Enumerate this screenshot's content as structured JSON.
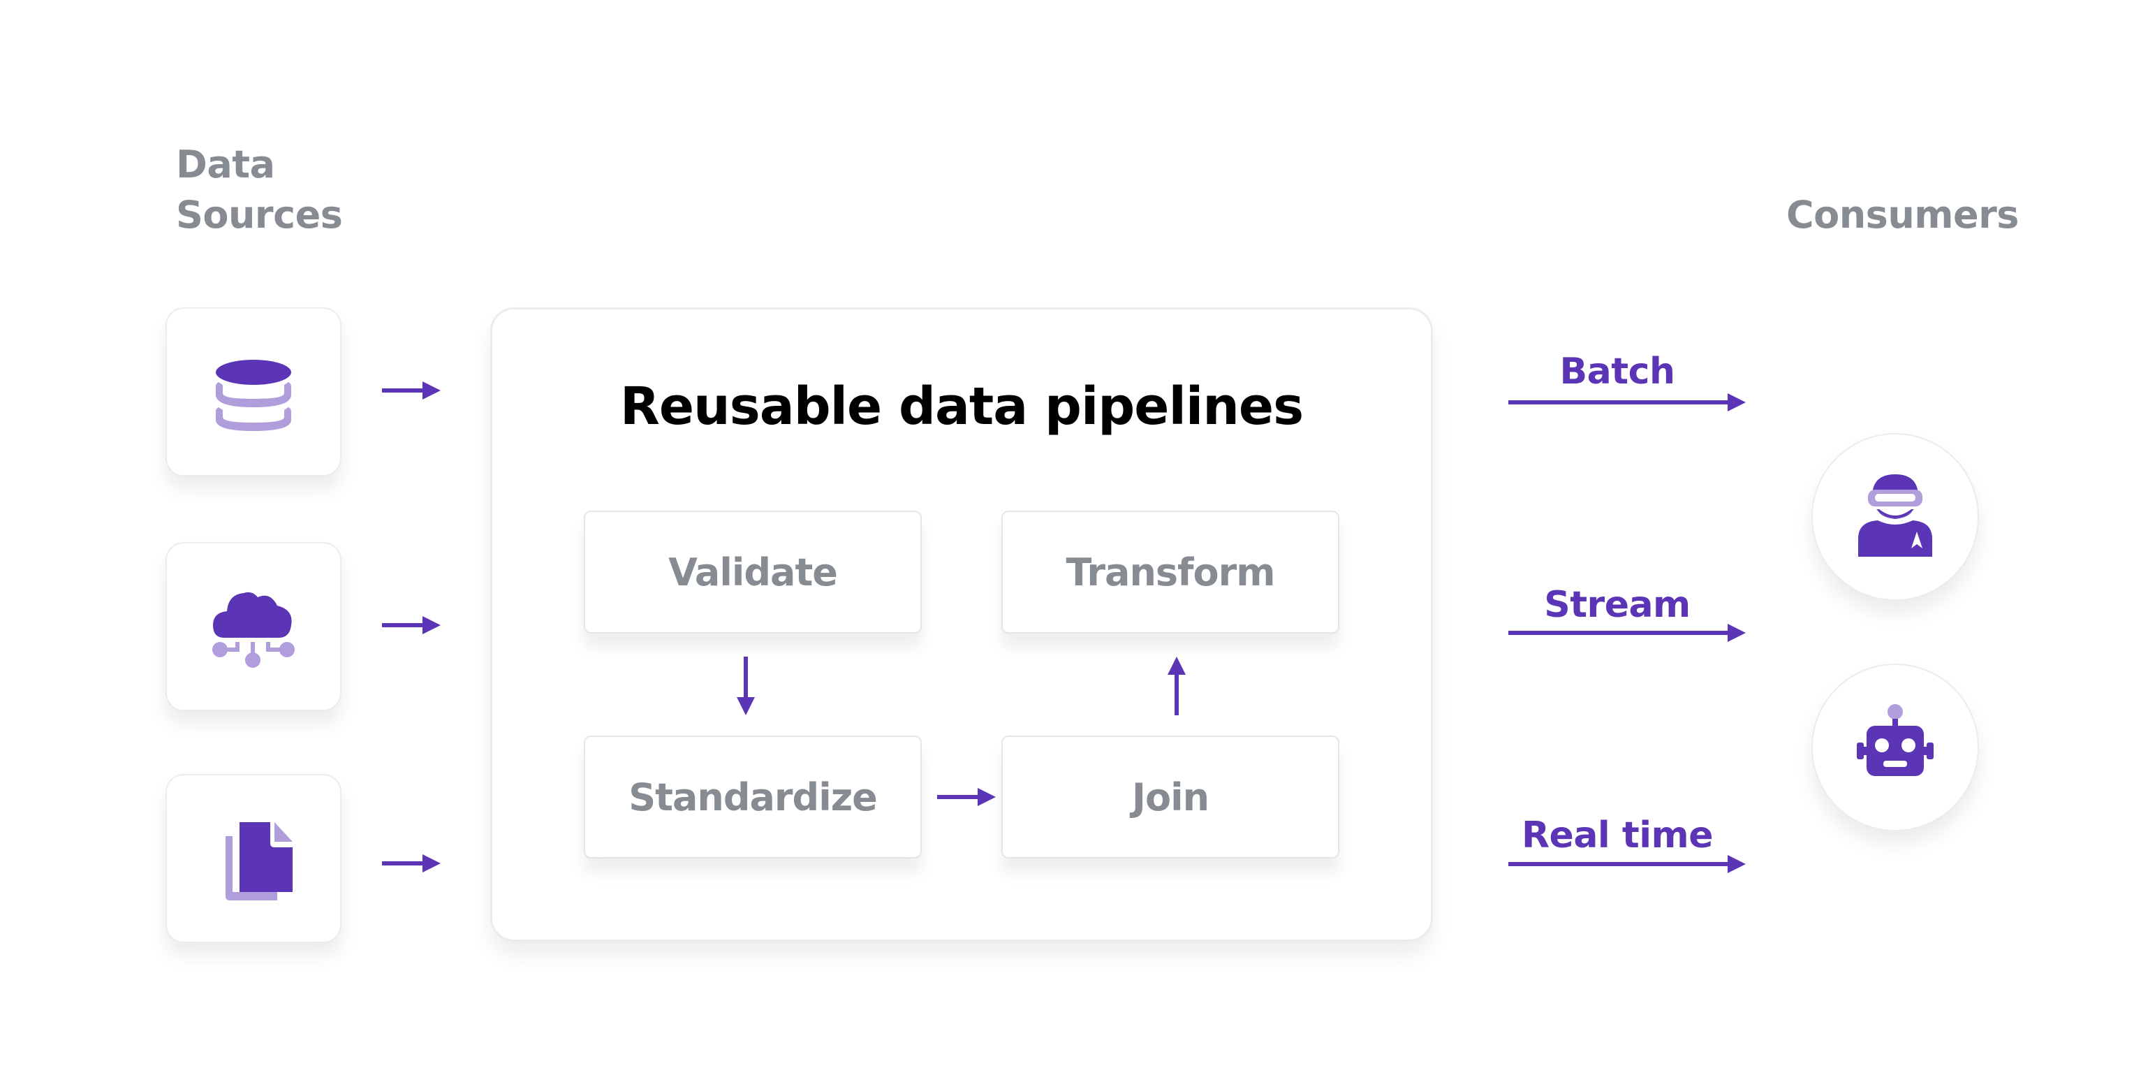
{
  "headings": {
    "sources_line1": "Data",
    "sources_line2": "Sources",
    "consumers": "Consumers"
  },
  "sources": [
    {
      "icon": "database-icon"
    },
    {
      "icon": "cloud-network-icon"
    },
    {
      "icon": "documents-icon"
    }
  ],
  "pipeline": {
    "title": "Reusable data pipelines",
    "steps": [
      {
        "label": "Validate"
      },
      {
        "label": "Transform"
      },
      {
        "label": "Standardize"
      },
      {
        "label": "Join"
      }
    ],
    "flow": [
      "Validate",
      "Standardize",
      "Join",
      "Transform"
    ]
  },
  "outputs": [
    {
      "label": "Batch"
    },
    {
      "label": "Stream"
    },
    {
      "label": "Real time"
    }
  ],
  "consumers": [
    {
      "icon": "vr-user-icon"
    },
    {
      "icon": "robot-icon"
    }
  ],
  "colors": {
    "accent": "#5b35b5",
    "accent_light": "#b09ddc",
    "heading_gray": "#878c93",
    "title": "#000000",
    "card_border": "#ececec",
    "background": "#ffffff"
  }
}
